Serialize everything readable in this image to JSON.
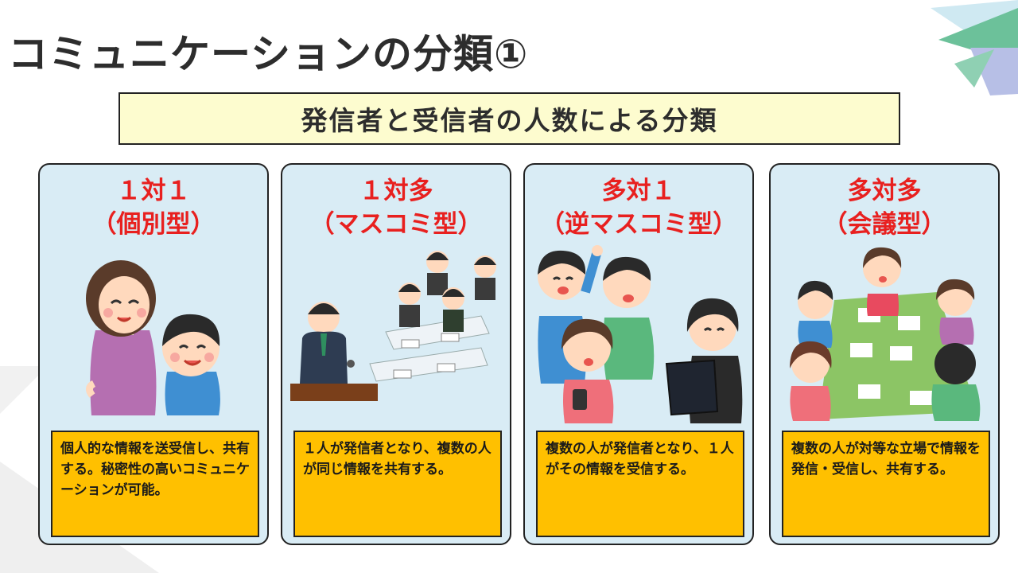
{
  "title": "コミュニケーションの分類①",
  "subtitle": "発信者と受信者の人数による分類",
  "cards": [
    {
      "title_line1": "１対１",
      "title_line2": "（個別型）",
      "description": "個人的な情報を送受信し、共有する。秘密性の高いコミュニケーションが可能。"
    },
    {
      "title_line1": "１対多",
      "title_line2": "（マスコミ型）",
      "description": "１人が発信者となり、複数の人が同じ情報を共有する。"
    },
    {
      "title_line1": "多対１",
      "title_line2": "（逆マスコミ型）",
      "description": "複数の人が発信者となり、１人がその情報を受信する。"
    },
    {
      "title_line1": "多対多",
      "title_line2": "（会議型）",
      "description": "複数の人が対等な立場で情報を発信・受信し、共有する。"
    }
  ],
  "colors": {
    "card_bg": "#d9ecf5",
    "title_red": "#e8201f",
    "desc_bg": "#ffc000",
    "subtitle_bg": "#fdfccf"
  }
}
